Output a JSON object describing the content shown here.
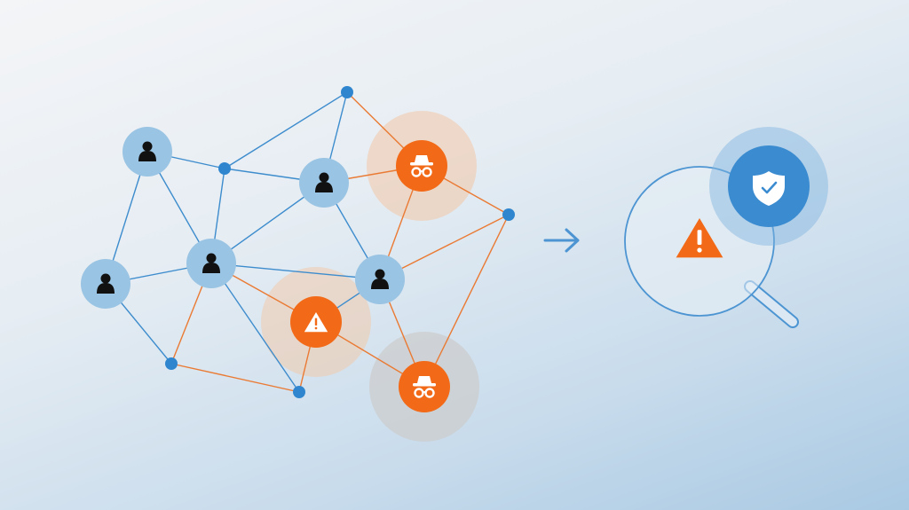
{
  "diagram": {
    "colors": {
      "user_node": "#9ac4e3",
      "small_node": "#2f86cf",
      "suspicious": "#f26a17",
      "link_normal": "#3d8ccd",
      "link_suspicious": "#ea7a33",
      "halo_orange": "#f3c7a6",
      "halo_gray": "#cccccc",
      "magnifier": "#4d95d2",
      "shield_badge": "#3a8bd0"
    },
    "nodes": [
      {
        "id": "user-1",
        "kind": "user",
        "icon": "person-icon"
      },
      {
        "id": "user-2",
        "kind": "user",
        "icon": "person-icon"
      },
      {
        "id": "user-3",
        "kind": "user",
        "icon": "person-icon"
      },
      {
        "id": "user-4",
        "kind": "user",
        "icon": "person-icon"
      },
      {
        "id": "user-5",
        "kind": "user",
        "icon": "person-icon"
      },
      {
        "id": "incognito-1",
        "kind": "incognito",
        "icon": "incognito-icon"
      },
      {
        "id": "incognito-2",
        "kind": "incognito",
        "icon": "incognito-icon"
      },
      {
        "id": "warning-node",
        "kind": "warning",
        "icon": "warning-icon"
      },
      {
        "id": "dot-1",
        "kind": "dot"
      },
      {
        "id": "dot-2",
        "kind": "dot"
      },
      {
        "id": "dot-3",
        "kind": "dot"
      },
      {
        "id": "dot-4",
        "kind": "dot"
      },
      {
        "id": "dot-5",
        "kind": "dot"
      }
    ],
    "edges": [
      [
        "dot-1",
        "user-2",
        "normal"
      ],
      [
        "dot-1",
        "dot-2",
        "normal"
      ],
      [
        "dot-1",
        "incognito-1",
        "suspicious"
      ],
      [
        "dot-2",
        "user-1",
        "normal"
      ],
      [
        "dot-2",
        "user-3",
        "normal"
      ],
      [
        "dot-2",
        "user-2",
        "normal"
      ],
      [
        "user-1",
        "user-3",
        "normal"
      ],
      [
        "user-1",
        "user-4",
        "normal"
      ],
      [
        "user-4",
        "user-3",
        "normal"
      ],
      [
        "user-4",
        "dot-3",
        "normal"
      ],
      [
        "user-3",
        "user-2",
        "normal"
      ],
      [
        "user-3",
        "user-5",
        "normal"
      ],
      [
        "user-3",
        "warning-node",
        "suspicious"
      ],
      [
        "user-3",
        "dot-3",
        "suspicious"
      ],
      [
        "user-3",
        "dot-5",
        "normal"
      ],
      [
        "user-2",
        "incognito-1",
        "suspicious"
      ],
      [
        "user-2",
        "user-5",
        "normal"
      ],
      [
        "incognito-1",
        "dot-4",
        "suspicious"
      ],
      [
        "incognito-1",
        "user-5",
        "suspicious"
      ],
      [
        "dot-4",
        "user-5",
        "suspicious"
      ],
      [
        "dot-4",
        "incognito-2",
        "suspicious"
      ],
      [
        "user-5",
        "warning-node",
        "normal"
      ],
      [
        "user-5",
        "incognito-2",
        "suspicious"
      ],
      [
        "warning-node",
        "dot-5",
        "suspicious"
      ],
      [
        "warning-node",
        "incognito-2",
        "suspicious"
      ],
      [
        "dot-3",
        "dot-5",
        "suspicious"
      ]
    ],
    "arrow_icon": "right-arrow-icon",
    "magnifier": {
      "icon": "magnifier-icon",
      "inner_icon": "warning-icon",
      "badge_icon": "shield-check-icon"
    }
  }
}
